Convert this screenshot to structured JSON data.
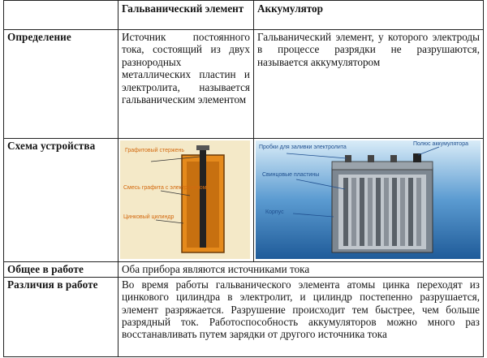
{
  "header": {
    "col1": "",
    "col2": "Гальванический элемент",
    "col3": "Аккумулятор"
  },
  "rows": {
    "definition": {
      "label": "Определение",
      "galvanic": "Источник постоянного тока, состоящий из двух разнородных металлических пластин и электролита, называется гальваническим элементом",
      "accumulator": "Гальванический элемент, у которого электроды в процессе разрядки не разрушаются, называется аккумулятором"
    },
    "scheme": {
      "label": "Схема устройства",
      "galvanic_labels": {
        "graphite_rod": "Графитовый стержень",
        "graphite_mix": "Смесь графита с электролитом",
        "zinc_cylinder": "Цинковый цилиндр"
      },
      "accumulator_labels": {
        "fill_plugs": "Пробки для заливки электролита",
        "pole": "Полюс аккумулятора",
        "lead_plates": "Свинцовые пластины",
        "case": "Корпус"
      }
    },
    "common": {
      "label": "Общее в работе",
      "text": "Оба прибора являются источниками тока"
    },
    "differences": {
      "label": "Различия в работе",
      "text": "Во время работы гальванического элемента атомы цинка переходят из цинкового цилиндра в электролит, и цилиндр постепенно разрушается, элемент разряжается. Разрушение происходит тем быстрее, чем больше разрядный ток. Работоспособность аккумуляторов можно много раз восстанавливать путем зарядки от другого источника тока"
    }
  },
  "colors": {
    "galvanic_body": "#e58a1c",
    "galvanic_bg": "#f4e9c8",
    "accumulator_bg": "#2a6fb0",
    "label_color": "#d36a10",
    "accumulator_label_color": "#1f4f8f"
  }
}
